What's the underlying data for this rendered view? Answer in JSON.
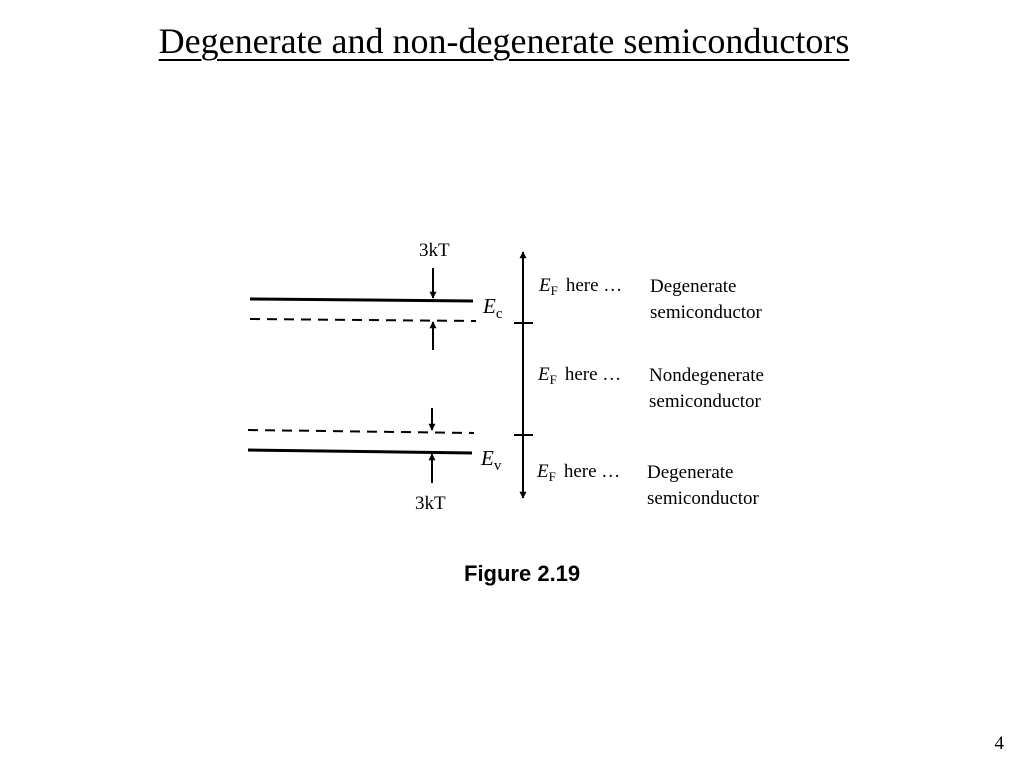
{
  "slide": {
    "title": "Degenerate and non-degenerate semiconductors",
    "page_number": "4"
  },
  "diagram": {
    "top_gap_label": "3kT",
    "bottom_gap_label": "3kT",
    "conduction_band_label": "E",
    "conduction_band_sub": "c",
    "valence_band_label": "E",
    "valence_band_sub": "v",
    "regions": [
      {
        "symbol": "E",
        "sub": "F",
        "text": "here …",
        "line1": "Degenerate",
        "line2": "semiconductor"
      },
      {
        "symbol": "E",
        "sub": "F",
        "text": "here …",
        "line1": "Nondegenerate",
        "line2": "semiconductor"
      },
      {
        "symbol": "E",
        "sub": "F",
        "text": "here …",
        "line1": "Degenerate",
        "line2": "semiconductor"
      }
    ],
    "caption": "Figure 2.19"
  },
  "colors": {
    "ink": "#000000",
    "background": "#ffffff"
  }
}
